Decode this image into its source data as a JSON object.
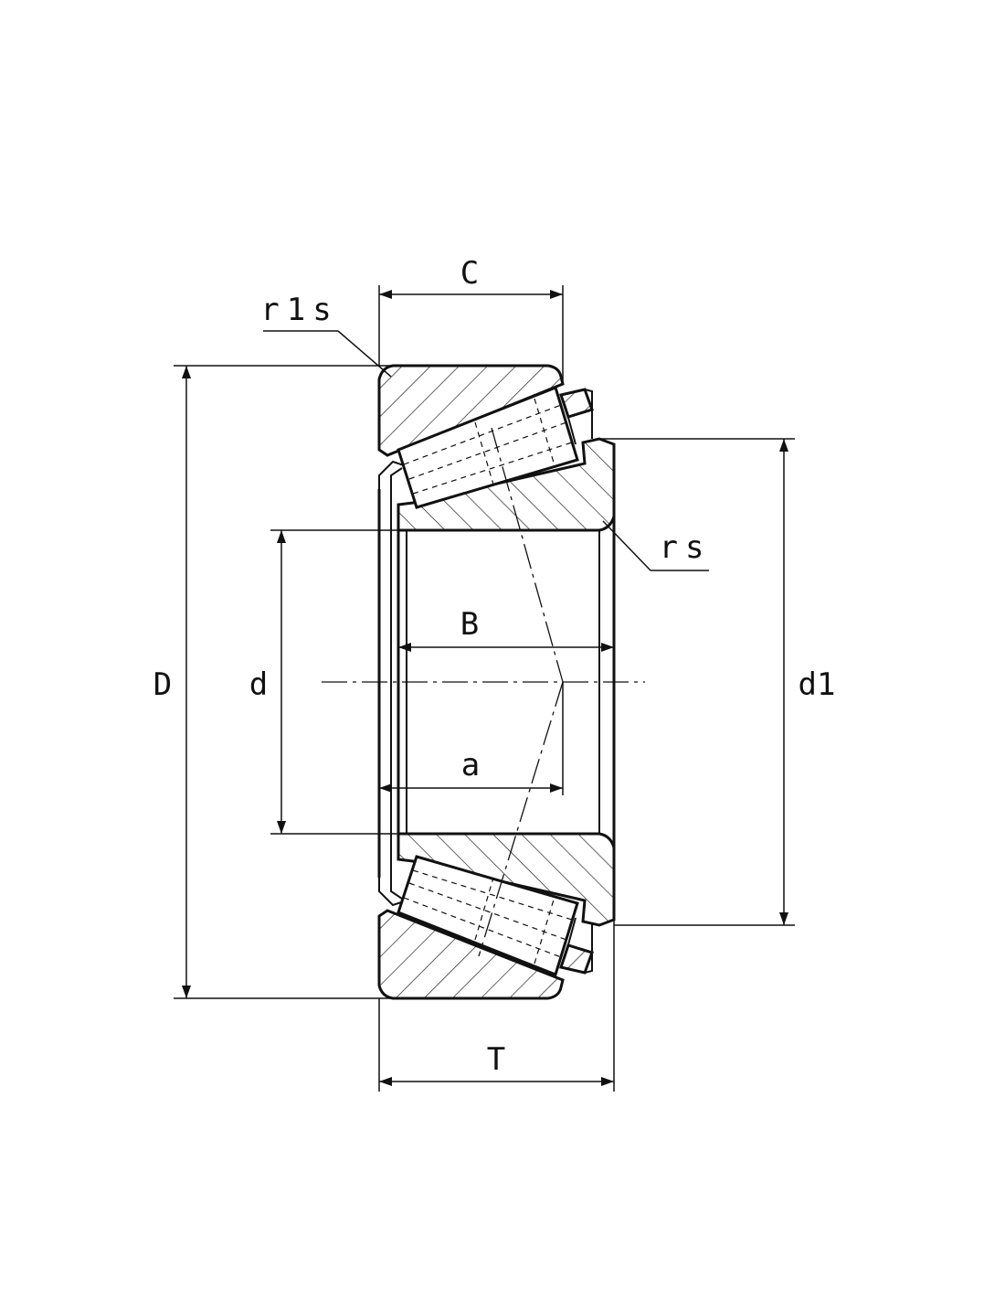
{
  "diagram": {
    "labels": {
      "C": "C",
      "r1s": "r1s",
      "rs": "rs",
      "D": "D",
      "d": "d",
      "B": "B",
      "a": "a",
      "d1": "d1",
      "T": "T"
    }
  }
}
